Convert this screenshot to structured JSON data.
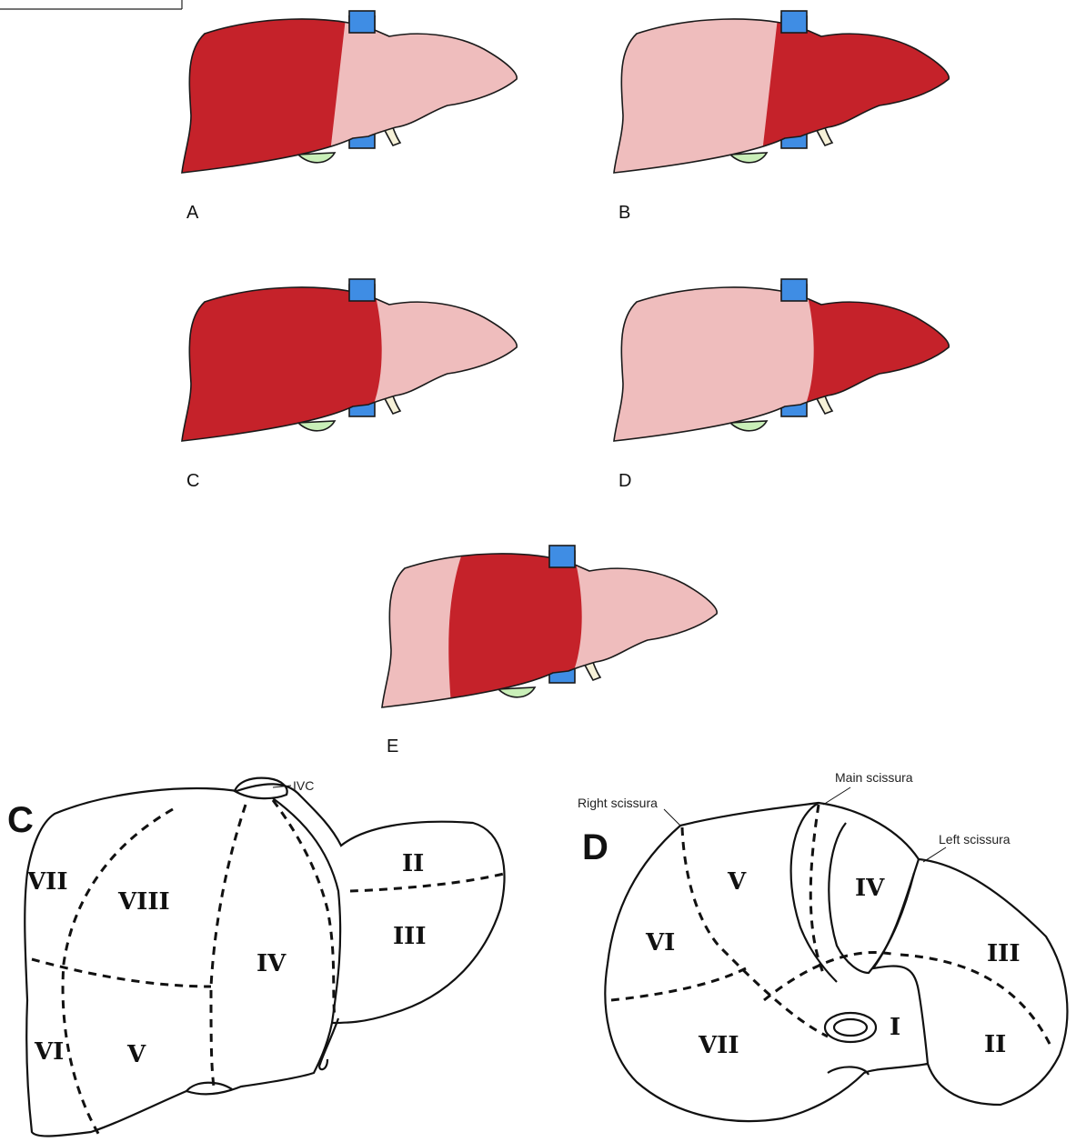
{
  "figure": {
    "colors": {
      "resected": "#c5222a",
      "remnant": "#efbdbd",
      "ivc": "#3f8de4",
      "gallbladder": "#c9efb8",
      "ligament": "#f6f1d8"
    },
    "panels": [
      {
        "label": "A",
        "highlight": "right-lobe"
      },
      {
        "label": "B",
        "highlight": "extended-left"
      },
      {
        "label": "C",
        "highlight": "extended-right"
      },
      {
        "label": "D",
        "highlight": "left-lobe"
      },
      {
        "label": "E",
        "highlight": "central"
      }
    ]
  },
  "anterior_view": {
    "label": "C",
    "ivc_label": "IVC",
    "segments": [
      "II",
      "III",
      "IV",
      "V",
      "VI",
      "VII",
      "VIII"
    ]
  },
  "inferior_view": {
    "label": "D",
    "right_scissura": "Right scissura",
    "main_scissura": "Main scissura",
    "left_scissura": "Left scissura",
    "segments": [
      "I",
      "II",
      "III",
      "IV",
      "V",
      "VI",
      "VII"
    ]
  }
}
